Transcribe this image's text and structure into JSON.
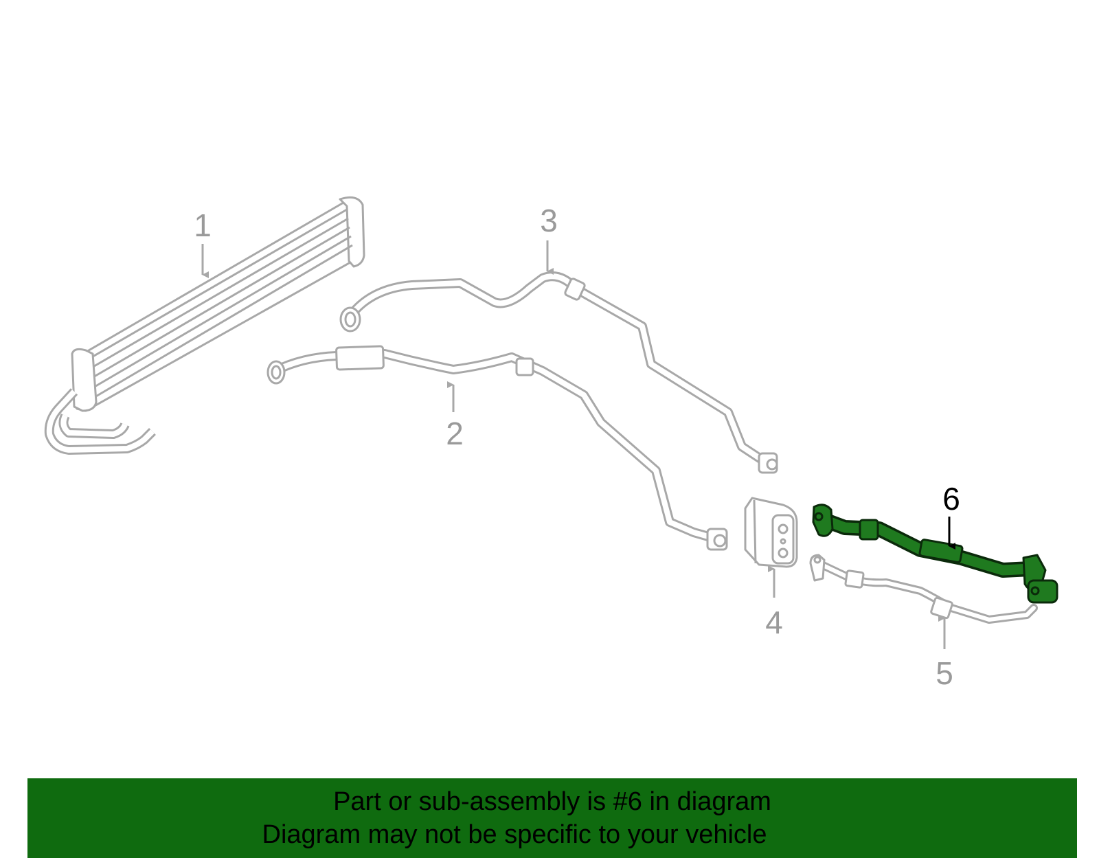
{
  "colors": {
    "outline": "#a8a8a8",
    "highlight_fill": "#1f7a1f",
    "highlight_outline": "#0b2a0b",
    "banner": "#0f6b0f",
    "callout_grey": "#9a9a9a",
    "callout_highlight": "#000000"
  },
  "callouts": [
    {
      "id": "1",
      "label": "1",
      "highlighted": false
    },
    {
      "id": "2",
      "label": "2",
      "highlighted": false
    },
    {
      "id": "3",
      "label": "3",
      "highlighted": false
    },
    {
      "id": "4",
      "label": "4",
      "highlighted": false
    },
    {
      "id": "5",
      "label": "5",
      "highlighted": false
    },
    {
      "id": "6",
      "label": "6",
      "highlighted": true
    }
  ],
  "banner": {
    "line1": "Part or sub-assembly is #6 in diagram",
    "line2": "Diagram may not be specific to your vehicle"
  }
}
